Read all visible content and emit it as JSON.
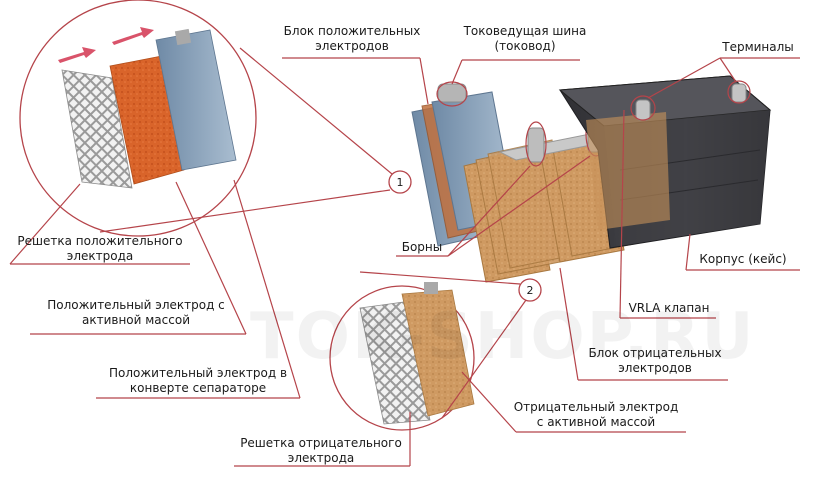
{
  "labels": {
    "block_positive": "Блок положительных\nэлектродов",
    "busbar": "Токоведущая шина\n(токовод)",
    "terminals": "Терминалы",
    "grid_positive": "Решетка  положительного\nэлектрода",
    "positive_active": "Положительный  электрод   с\nактивной массой",
    "positive_separator": "Положительный    электрод   в\nконверте сепараторе",
    "borny": "Борны",
    "case": "Корпус (кейс)",
    "vrla": "VRLA клапан",
    "block_negative": "Блок отрицательных\nэлектродов",
    "negative_active": "Отрицательный электрод\nс активной массой",
    "grid_negative": "Решетка   отрицательного\nэлектрода"
  },
  "callouts": {
    "one": "1",
    "two": "2"
  },
  "watermark": "TOK-SHOP.RU",
  "colors": {
    "leader": "#b5444a",
    "circle": "#b5444a",
    "orange_plate": "#d9642a",
    "blue_plate": "#8aa3bd",
    "wood_plate": "#c8925a",
    "case_dark": "#3b3b3f"
  }
}
